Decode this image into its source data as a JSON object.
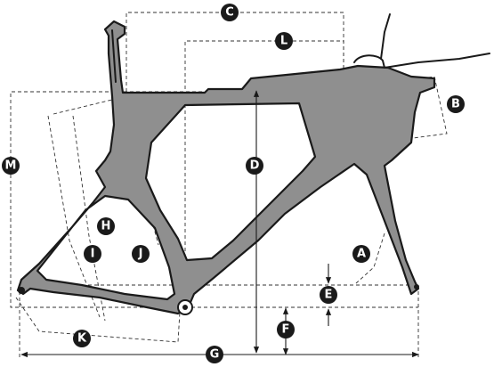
{
  "diagram": {
    "labels": {
      "A": "A",
      "B": "B",
      "C": "C",
      "D": "D",
      "E": "E",
      "F": "F",
      "G": "G",
      "H": "H",
      "I": "I",
      "J": "J",
      "K": "K",
      "L": "L",
      "M": "M"
    },
    "colors": {
      "frame_fill": "#8f8f8f",
      "outline": "#1a1a1a",
      "dimension_lines": "#333333",
      "badge_fill": "#1a1a1a",
      "badge_text": "#ffffff"
    }
  }
}
